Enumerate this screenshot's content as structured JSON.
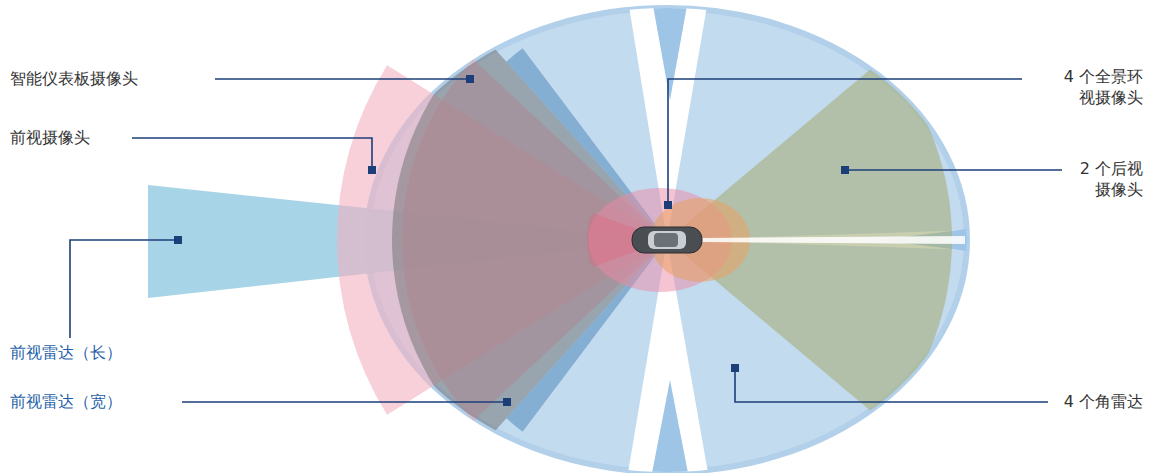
{
  "diagram": {
    "labels": [
      "智能仪表板摄像头",
      "4 个全景环 视摄像头",
      "前视摄像头",
      "2 个后视 摄像头",
      "前视雷达（长）",
      "前视雷达（宽）",
      "4 个角雷达"
    ]
  }
}
